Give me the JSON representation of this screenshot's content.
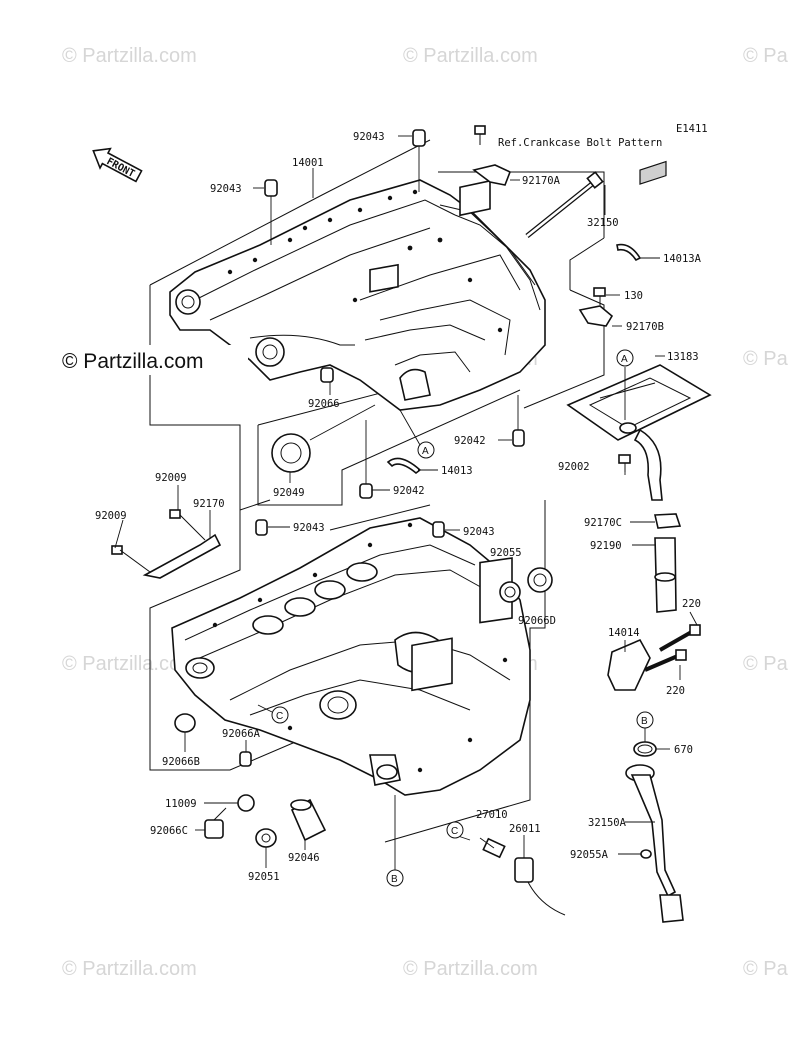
{
  "watermark": {
    "main": "© Partzilla.com",
    "tile": "© Partzilla.com",
    "tile_edge": "© Pa"
  },
  "diagram": {
    "code": "E1411",
    "front_label": "FRONT",
    "note": "Ref.Crankcase Bolt Pattern"
  },
  "labels": {
    "p92043_a": "92043",
    "p14001": "14001",
    "p92043_b": "92043",
    "p92170A": "92170A",
    "p32150": "32150",
    "p14013A": "14013A",
    "p130": "130",
    "p92170B": "92170B",
    "p13183": "13183",
    "p92066": "92066",
    "p92042_a": "92042",
    "p14013": "14013",
    "p92042_b": "92042",
    "p92049": "92049",
    "p92002": "92002",
    "p92009_a": "92009",
    "p92170": "92170",
    "p92009_b": "92009",
    "p92043_c": "92043",
    "p92043_d": "92043",
    "p92170C": "92170C",
    "p92190": "92190",
    "p92055": "92055",
    "p92066D": "92066D",
    "p220_a": "220",
    "p14014": "14014",
    "p220_b": "220",
    "p92066A": "92066A",
    "p92066B": "92066B",
    "p670": "670",
    "p11009": "11009",
    "p92066C": "92066C",
    "p92046": "92046",
    "p92051": "92051",
    "p27010": "27010",
    "p26011": "26011",
    "p32150A": "32150A",
    "p92055A": "92055A"
  },
  "callouts": {
    "A": "A",
    "B": "B",
    "C": "C"
  }
}
